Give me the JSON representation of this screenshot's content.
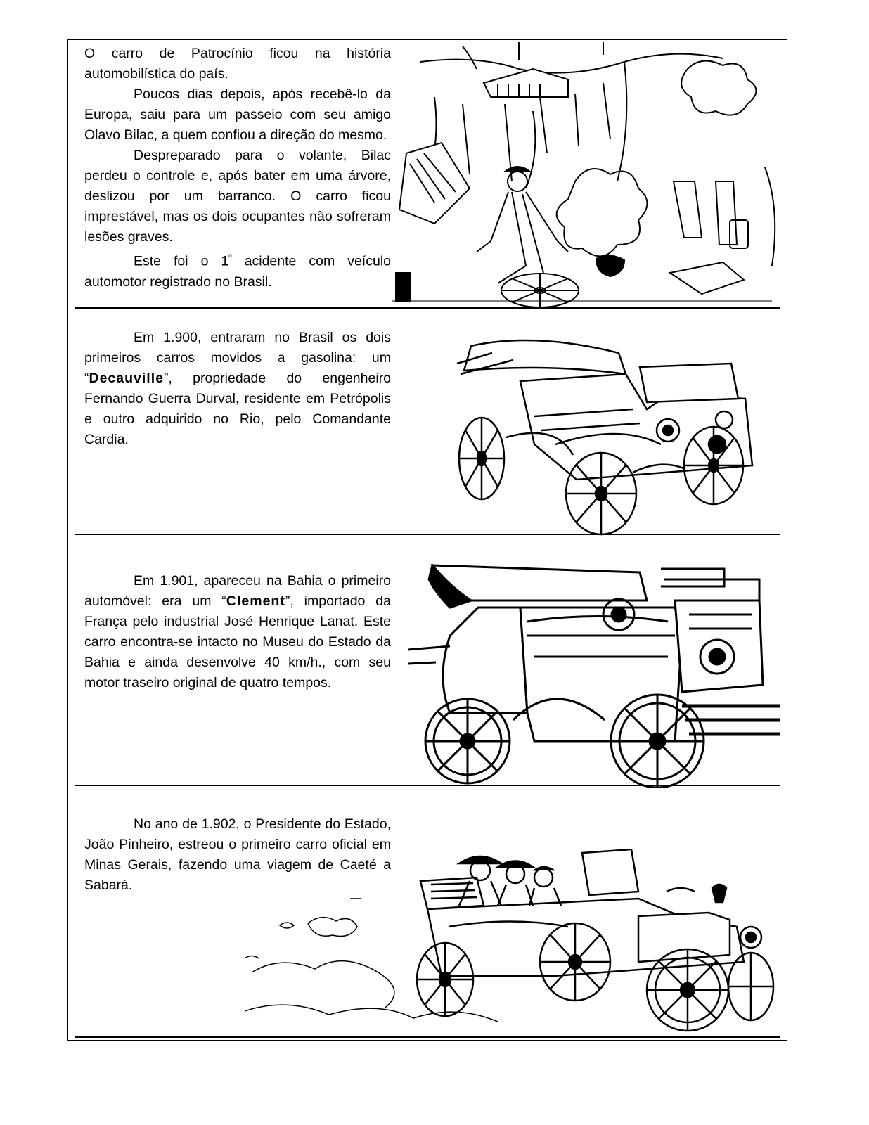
{
  "sections": [
    {
      "paragraphs": [
        "O carro de Patrocínio ficou na história automobilística do país.",
        "Poucos dias depois, após recebê-lo da Europa, saiu para um passeio com seu amigo Olavo Bilac, a quem confiou a direção do mesmo.",
        "Despreparado para o volante, Bilac perdeu o controle e, após bater em uma árvore, deslizou por um barranco. O carro ficou imprestável, mas os dois ocupantes não sofreram lesões graves."
      ],
      "last": {
        "before": "Este foi o 1",
        "sup": "º",
        "after": " acidente com veículo automotor registrado no Brasil."
      }
    },
    {
      "before": "Em 1.900, entraram no Brasil os dois primeiros carros movidos a gasolina: um “",
      "bold": "Decauville",
      "after": "”, propriedade do engenheiro Fernando Guerra Durval, residente em Petrópolis e outro adquirido no Rio, pelo Comandante Cardia."
    },
    {
      "before": "Em 1.901, apareceu na Bahia o primeiro automóvel: era um “",
      "bold": "Clement",
      "after": "”, importado da França pelo industrial José Henrique Lanat. Este carro encontra-se intacto no Museu do Estado da Bahia e ainda desenvolve 40 km/h., com seu motor traseiro original de quatro tempos."
    },
    {
      "text": "No ano de 1.902, o Presidente do Estado, João Pinheiro, estreou o primeiro carro oficial em Minas Gerais, fazendo uma viagem de Caeté a Sabará."
    }
  ],
  "illustrations": [
    "accident-drawing",
    "decauville-car-drawing",
    "clement-car-drawing",
    "official-car-drawing"
  ]
}
